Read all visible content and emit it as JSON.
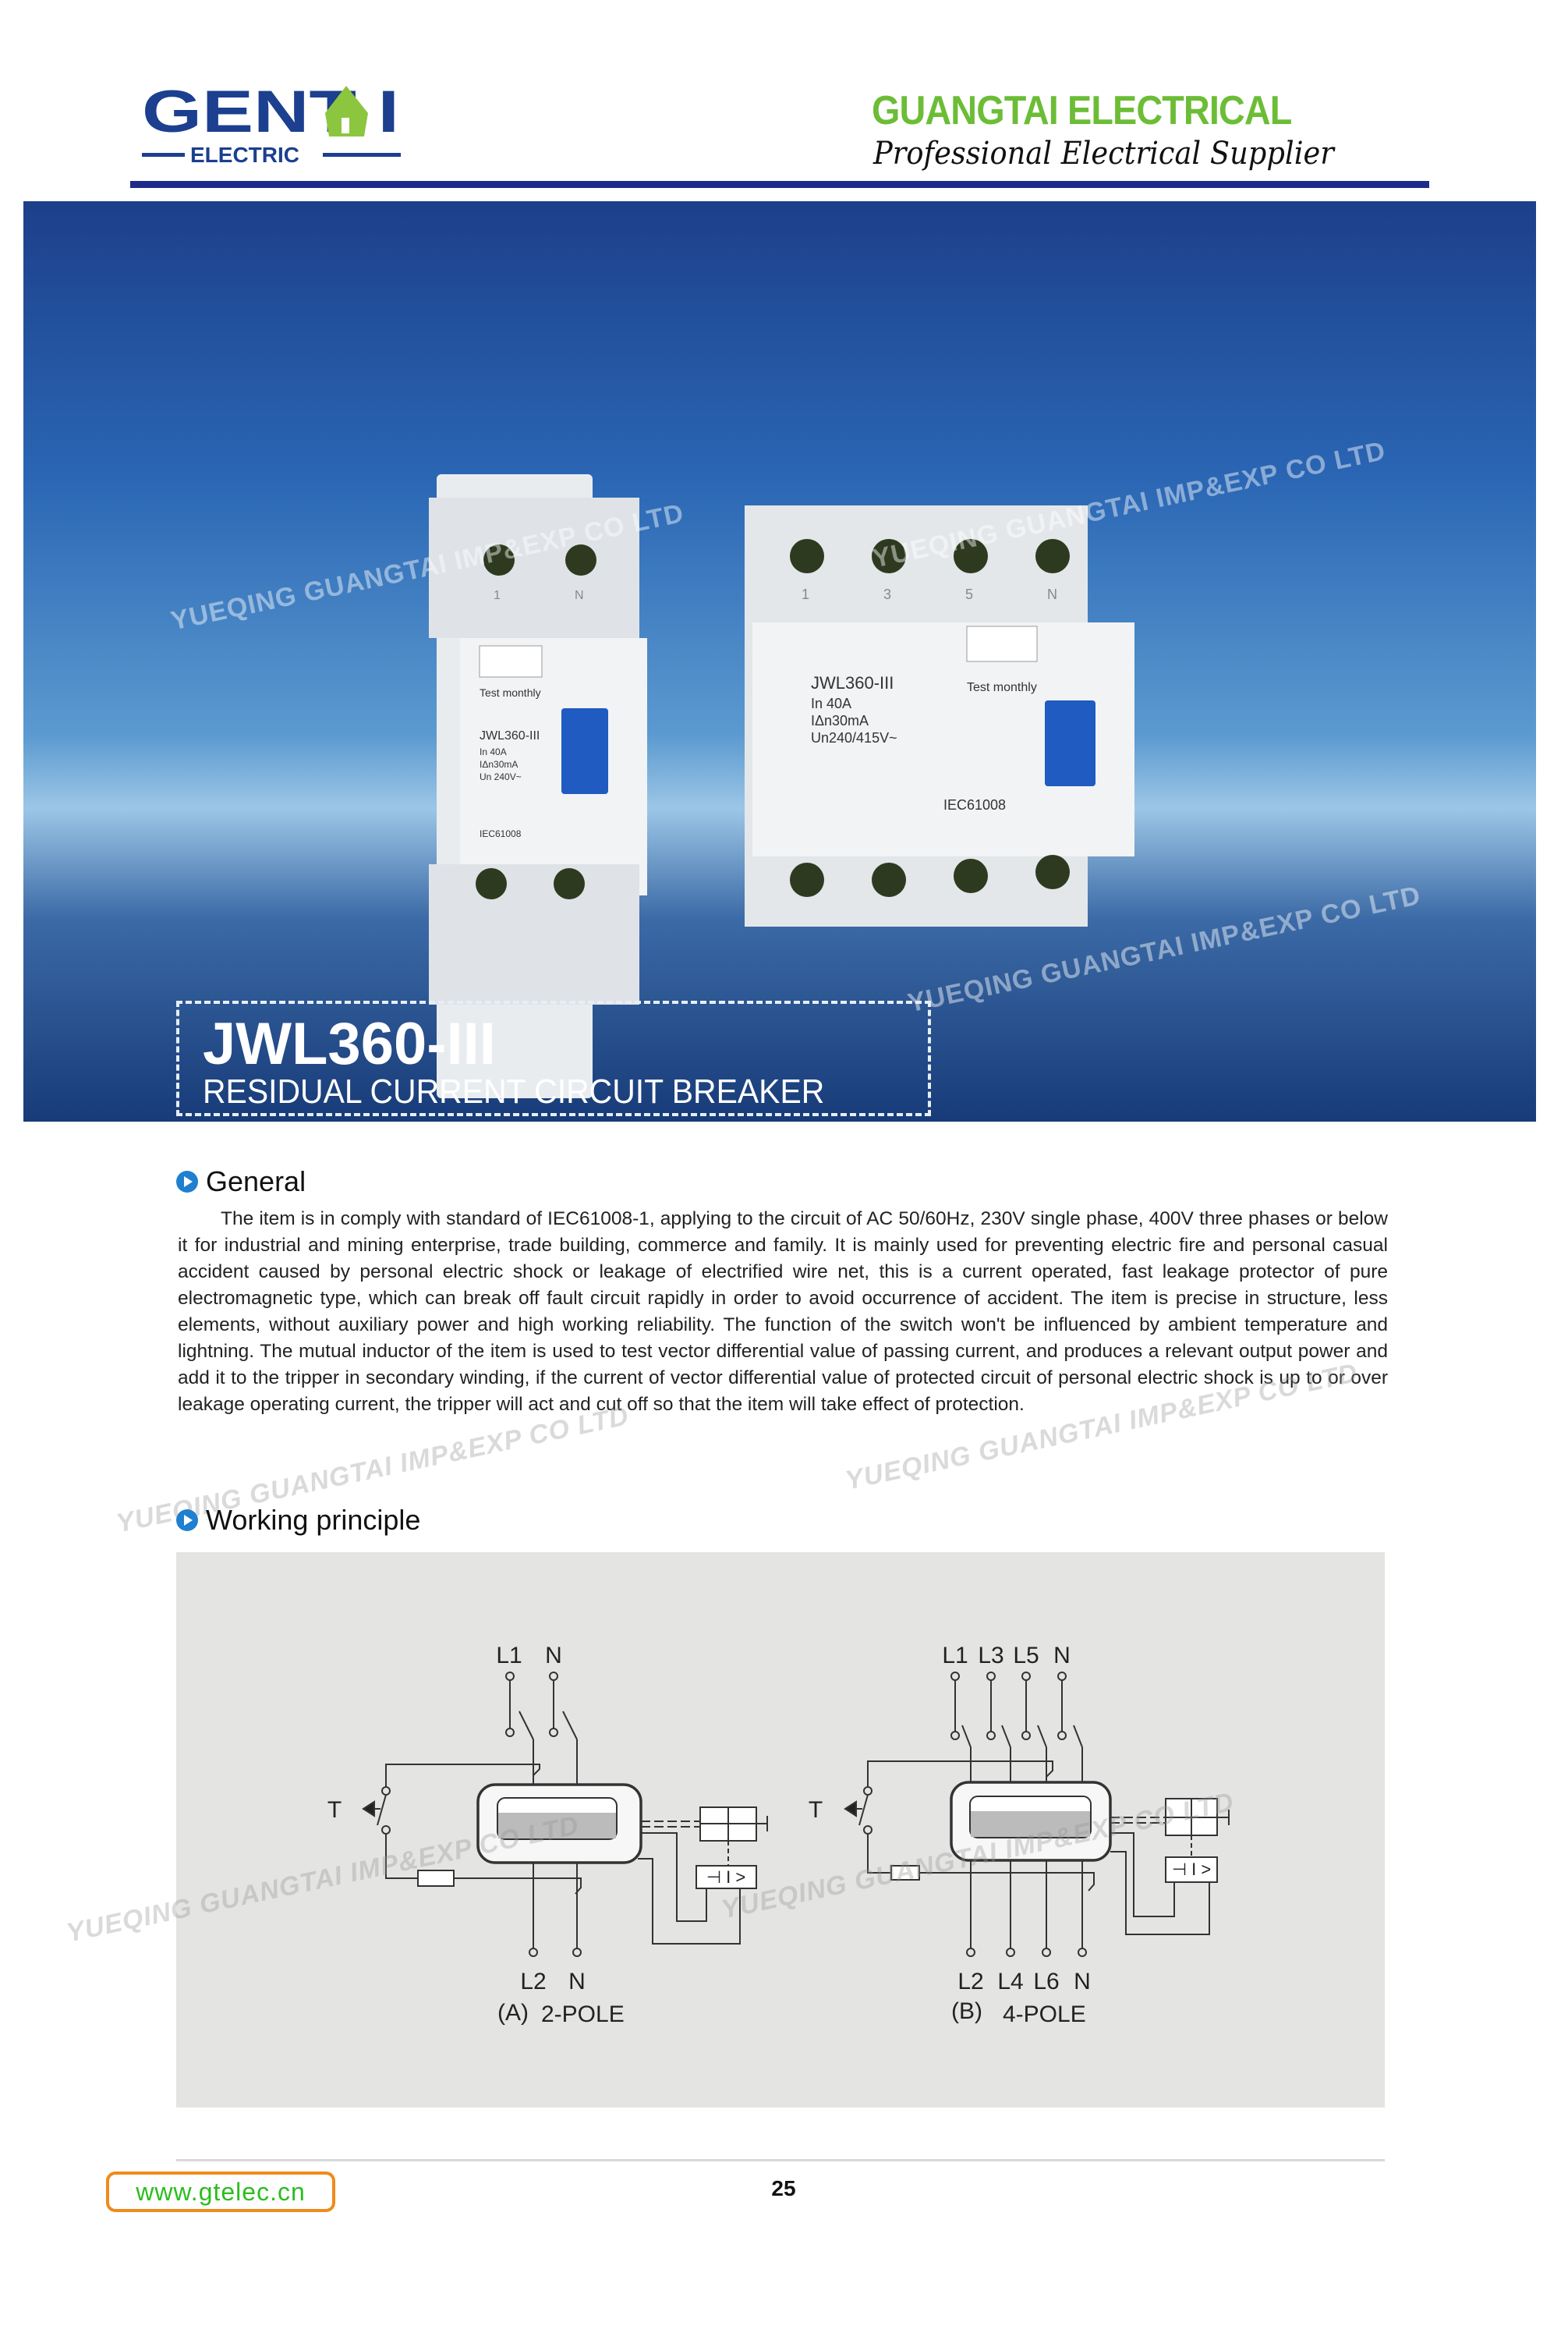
{
  "header": {
    "logo_text": "GENTAI",
    "logo_subtext": "ELECTRIC",
    "brand_title": "GUANGTAI ELECTRICAL",
    "brand_tagline": "Professional Electrical Supplier",
    "colors": {
      "logo_blue": "#1c3f8f",
      "logo_green": "#8cc63f",
      "title_green": "#6cbd36",
      "rule_navy": "#1d2a8a"
    }
  },
  "banner": {
    "product_model": "JWL360-III",
    "product_subtitle": "RESIDUAL CURRENT CIRCUIT BREAKER",
    "watermark": "YUEQING GUANGTAI IMP&EXP CO LTD",
    "breaker_2pole": {
      "top_terminals": [
        "1",
        "N"
      ],
      "label": "Test monthly",
      "model": "JWL360-III",
      "rating": "In 40A",
      "sensitivity": "IΔn30mA",
      "voltage": "Un 240V~",
      "standard": "IEC61008"
    },
    "breaker_4pole": {
      "top_terminals": [
        "1",
        "3",
        "5",
        "N"
      ],
      "label": "Test monthly",
      "model": "JWL360-III",
      "rating": "In 40A",
      "sensitivity": "IΔn30mA",
      "voltage": "Un240/415V~",
      "standard": "IEC61008"
    }
  },
  "general": {
    "heading": "General",
    "text": "The item is in comply with standard of IEC61008-1, applying to the circuit of AC 50/60Hz, 230V single phase, 400V three phases or below it for industrial and mining enterprise, trade building, commerce and family. It is mainly used for preventing electric fire and personal casual accident caused by personal electric shock or leakage of electrified wire net, this is a current operated, fast leakage protector of pure electromagnetic type, which can break off fault circuit rapidly in order to avoid occurrence of accident. The item is precise in structure, less elements, without auxiliary power and high working reliability. The function of the switch won't be influenced by ambient temperature and lightning. The mutual inductor of the item is used to test vector differential value of passing current, and produces a relevant output power and add it to the tripper in secondary winding, if the current of vector differential value of protected circuit of personal electric shock is up to or over leakage operating current, the tripper will act and cut off so that the item will take effect of protection."
  },
  "working_principle": {
    "heading": "Working principle",
    "diagram_a": {
      "top_labels": [
        "L1",
        "N"
      ],
      "bottom_labels": [
        "L2",
        "N"
      ],
      "test_label": "T",
      "caption_prefix": "(A)",
      "caption": "2-POLE"
    },
    "diagram_b": {
      "top_labels": [
        "L1",
        "L3",
        "L5",
        "N"
      ],
      "bottom_labels": [
        "L2",
        "L4",
        "L6",
        "N"
      ],
      "test_label": "T",
      "caption_prefix": "(B)",
      "caption": "4-POLE"
    }
  },
  "footer": {
    "website": "www.gtelec.cn",
    "page_number": "25"
  }
}
